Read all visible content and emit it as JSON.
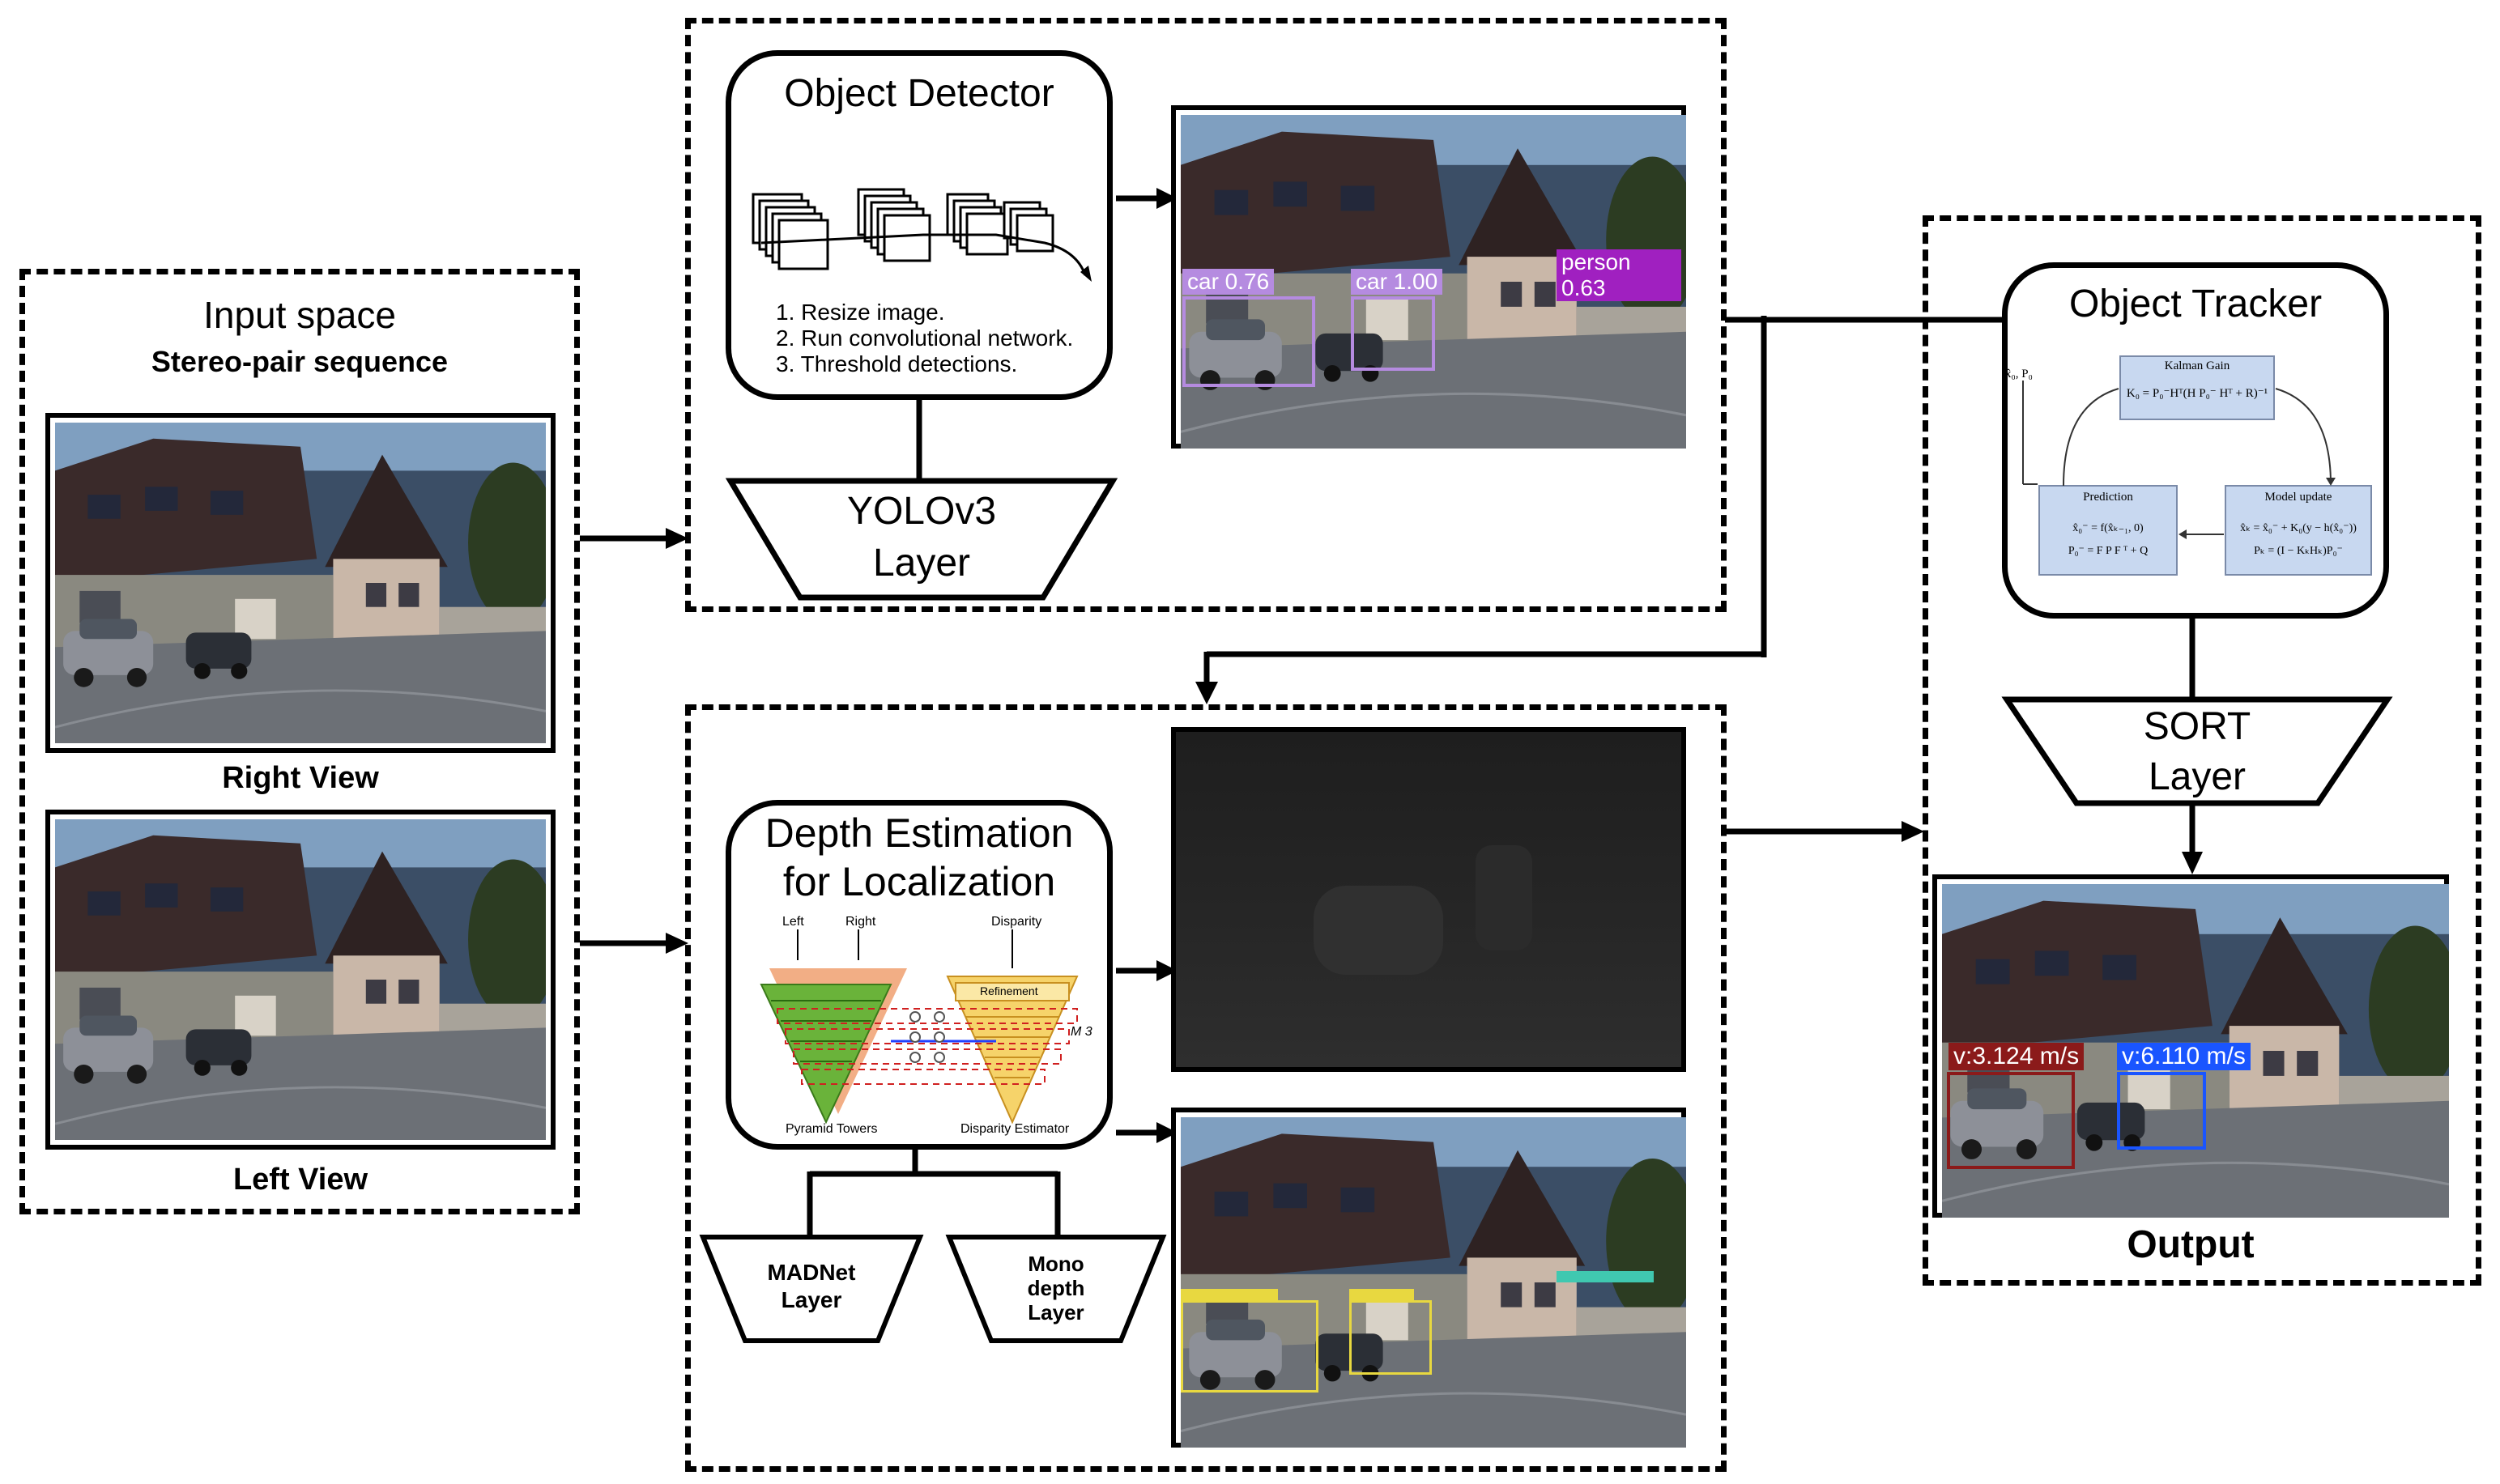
{
  "input": {
    "title": "Input space",
    "subtitle": "Stereo-pair sequence",
    "right_label": "Right View",
    "left_label": "Left View"
  },
  "detector": {
    "title": "Object Detector",
    "steps": [
      "1. Resize image.",
      "2. Run convolutional network.",
      "3. Threshold detections."
    ],
    "layer": [
      "YOLOv3",
      "Layer"
    ],
    "detections": [
      "car 0.76",
      "car 1.00",
      "person 0.63"
    ]
  },
  "depth": {
    "title": [
      "Depth Estimation",
      "for Localization"
    ],
    "fig": {
      "left": "Left",
      "right": "Right",
      "disparity": "Disparity",
      "refinement": "Refinement",
      "pyramid": "Pyramid Towers",
      "estimator": "Disparity Estimator",
      "m3": "M 3"
    },
    "madnet": [
      "MADNet",
      "Layer"
    ],
    "mono": [
      "Mono",
      "depth",
      "Layer"
    ]
  },
  "tracker": {
    "title": "Object Tracker",
    "kalman": {
      "gain_title": "Kalman Gain",
      "gain_eq": "K₀ = P₀⁻Hᵀ(H P₀⁻ Hᵀ + R)⁻¹",
      "init": "x̂₀, P₀",
      "pred_title": "Prediction",
      "pred_eq1": "x̂₀⁻ = f(x̂ₖ₋₁, 0)",
      "pred_eq2": "P₀⁻ = F P F ᵀ + Q",
      "update_title": "Model update",
      "update_eq1": "x̂ₖ = x̂₀⁻ + K₀(y − h(x̂₀⁻))",
      "update_eq2": "Pₖ = (I − KₖHₖ)P₀⁻"
    },
    "layer": [
      "SORT",
      "Layer"
    ],
    "speeds": [
      "v:3.124 m/s",
      "v:6.110 m/s"
    ]
  },
  "output_label": "Output",
  "colors": {
    "det_box": "#b58be0",
    "person_box": "#a020c0",
    "speed_red": "#8b1a1a",
    "speed_blue": "#1a55ff",
    "green_pyramid": "#6ab33a",
    "orange_pyramid": "#f0a070",
    "yellow_pyramid": "#f6d36a",
    "kalman_box": "#c8d8f0"
  }
}
